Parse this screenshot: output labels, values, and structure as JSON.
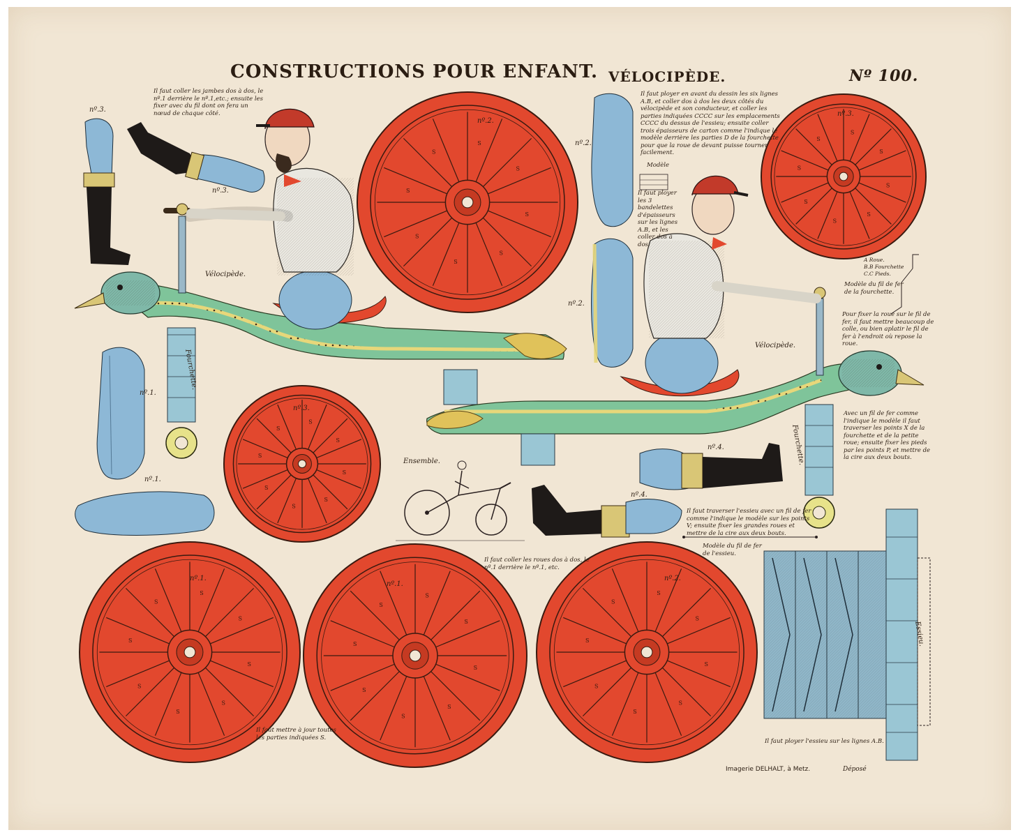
{
  "header": {
    "title": "CONSTRUCTIONS POUR ENFANT.",
    "subject": "VÉLOCIPÈDE.",
    "number": "Nº 100."
  },
  "notes": {
    "legs_top_left": "Il faut coller les jambes dos à dos, le nº.1 derrière le nº.1,etc.; ensuite les fixer avec du fil dont on fera un nœud de chaque côté.",
    "top_right": "Il faut ployer en avant du dessin les six lignes A.B, et coller dos à dos les deux côtés du vélocipède et son conducteur, et coller les parties indiquées CCCC sur les emplacements CCCC du dessus de l'essieu; ensuite coller trois épaisseurs de carton comme l'indique le modèle derrière les parties D de la fourchette pour que la roue de devant puisse tourner facilement.",
    "modele": "Modèle",
    "bandelettes": "Il faut ployer les 3 bandelettes d'épaisseurs sur les lignes A.B, et les coller dos à dos.",
    "legend_a": "A Roue.",
    "legend_b": "B.B Fourchette",
    "legend_c": "C.C Pieds.",
    "modele_fil": "Modèle du fil de fer de la fourchette.",
    "fixer_roue": "Pour fixer la roue sur le fil de fer, il faut mettre beaucoup de colle, ou bien aplatir le fil de fer à l'endroit où repose la roue.",
    "fil_fer_points": "Avec un fil de fer comme l'indique le modèle il faut traverser les points X de la fourchette et de la petite roue; ensuite fixer les pieds par les points P, et mettre de la cire aux deux bouts.",
    "essieu_traverser": "Il faut traverser l'essieu avec un fil de fer comme l'indique le modèle sur les points V; ensuite fixer les grandes roues et mettre de la cire aux deux bouts.",
    "modele_essieu": "Modèle du fil de fer de l'essieu.",
    "roues_dos": "Il faut coller les roues dos à dos, le nº.1 derrière le nº.1, etc.",
    "mettre_s": "Il faut mettre à jour toutes les parties indiquées S.",
    "ployer_essieu": "Il faut ployer l'essieu sur les lignes A.B."
  },
  "labels": {
    "n3_left": "nº.3.",
    "n3_leg": "nº.3.",
    "n1_left": "nº.1.",
    "n1_bottom": "nº.1.",
    "n2_mid": "nº.2.",
    "n2_mid_low": "nº.2.",
    "n4_right": "nº.4.",
    "n4_low": "nº.4.",
    "velocipede_left": "Vélocipède.",
    "velocipede_right": "Vélocipède.",
    "fourchette_left": "Fourchette.",
    "fourchette_right": "Fourchette.",
    "ensemble": "Ensemble.",
    "essieu": "Essieu.",
    "wheel_n2_top": "nº.2.",
    "wheel_n3_top": "nº.3.",
    "wheel_n3_mid": "nº.3.",
    "wheel_n1_a": "nº.1.",
    "wheel_n1_b": "nº.1.",
    "wheel_n2_bottom": "nº.2."
  },
  "footer": {
    "imprint": "Imagerie DELHALT, à Metz.",
    "depose": "Déposé"
  },
  "colors": {
    "paper": "#f1e6d4",
    "wheel_red": "#e2482e",
    "wheel_line": "#3a1a10",
    "frame_green": "#7fc49a",
    "accent_yellow": "#e7d77a",
    "cloth_blue": "#8db8d6",
    "boot_black": "#1e1a18"
  }
}
